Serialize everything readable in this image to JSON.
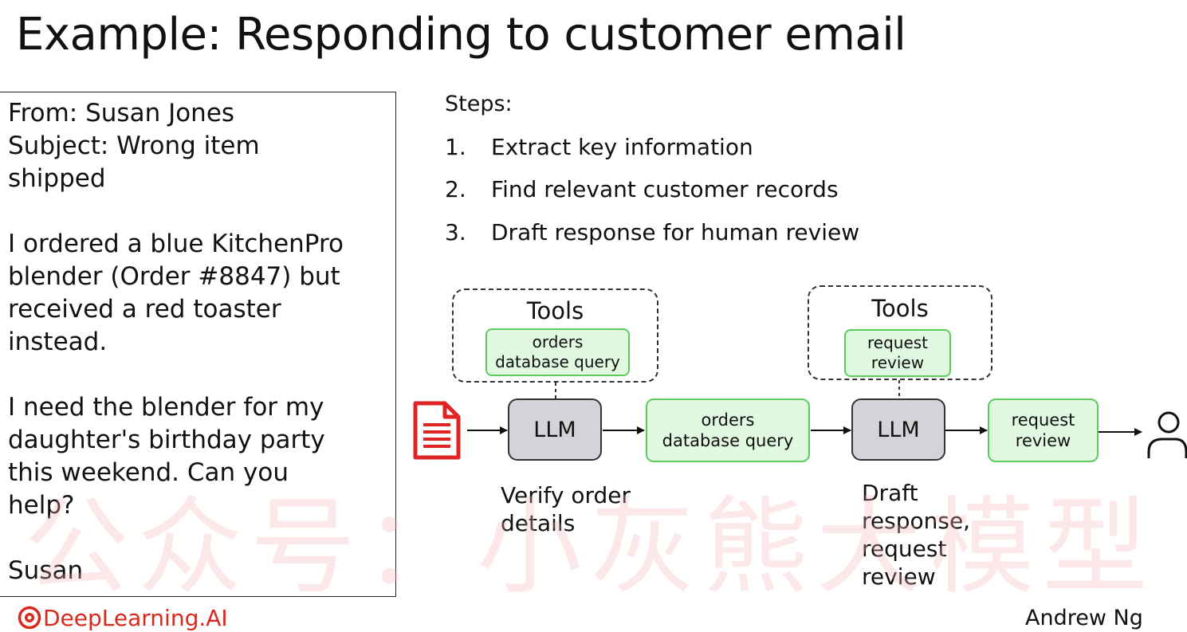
{
  "title": "Example: Responding to customer email",
  "email": {
    "lines": [
      "From: Susan Jones",
      "Subject: Wrong item",
      "shipped",
      "",
      "I ordered a blue KitchenPro",
      "blender (Order #8847) but",
      "received a red toaster",
      "instead.",
      "",
      "I need the blender for my",
      "daughter's birthday party",
      "this weekend. Can you",
      "help?",
      "",
      "Susan"
    ]
  },
  "steps": {
    "label": "Steps:",
    "items": [
      {
        "num": "1.",
        "text": "Extract key information"
      },
      {
        "num": "2.",
        "text": "Find relevant customer records"
      },
      {
        "num": "3.",
        "text": "Draft response for human review"
      }
    ]
  },
  "diagram": {
    "tools_left": {
      "label": "Tools",
      "tool": [
        "orders",
        "database query"
      ]
    },
    "tools_right": {
      "label": "Tools",
      "tool": [
        "request",
        "review"
      ]
    },
    "llm1": "LLM",
    "action1": [
      "orders",
      "database query"
    ],
    "llm2": "LLM",
    "action2": [
      "request",
      "review"
    ],
    "caption1": [
      "Verify order",
      "details"
    ],
    "caption2": [
      "Draft",
      "response,",
      "request",
      "review"
    ]
  },
  "footer": {
    "logo": "DeepLearning.AI",
    "author": "Andrew Ng"
  },
  "watermark": "公众号：小灰熊大模型",
  "colors": {
    "accent_green_fill": "#e1f8e1",
    "accent_green_border": "#5ccd5c",
    "llm_fill": "#d4d4d8",
    "document_red": "#e02323",
    "logo_red": "#d9291c"
  },
  "icons": [
    "document-icon",
    "person-icon",
    "deeplearning-logo-icon"
  ]
}
